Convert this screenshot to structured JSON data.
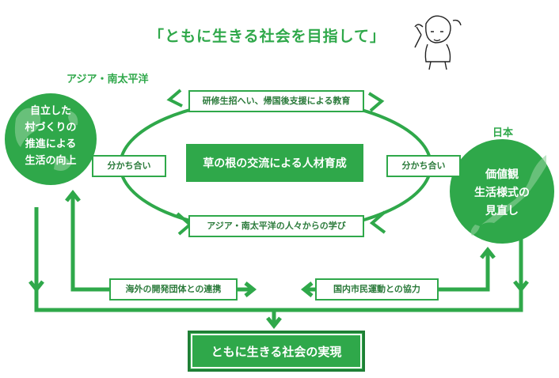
{
  "title": "「ともに生きる社会を目指して」",
  "regions": {
    "asia_pacific": "アジア・南太平洋",
    "japan": "日本"
  },
  "asia_circle": [
    "自立した",
    "村づくりの",
    "推進による",
    "生活の向上"
  ],
  "japan_circle": [
    "価値観",
    "生活様式の",
    "見直し"
  ],
  "labels": {
    "top_arc": "研修生招へい、帰国後支援による教育",
    "bottom_arc": "アジア・南太平洋の人々からの学び",
    "share_left": "分かち合い",
    "share_right": "分かち合い",
    "cooperation_overseas": "海外の開発団体との連携",
    "cooperation_domestic": "国内市民運動との協力"
  },
  "center": "草の根の交流による人材育成",
  "goal": "ともに生きる社会の実現",
  "colors": {
    "green": "#2fa84a",
    "dark_green": "#1f7f35",
    "map_green": "#8fd19b"
  }
}
